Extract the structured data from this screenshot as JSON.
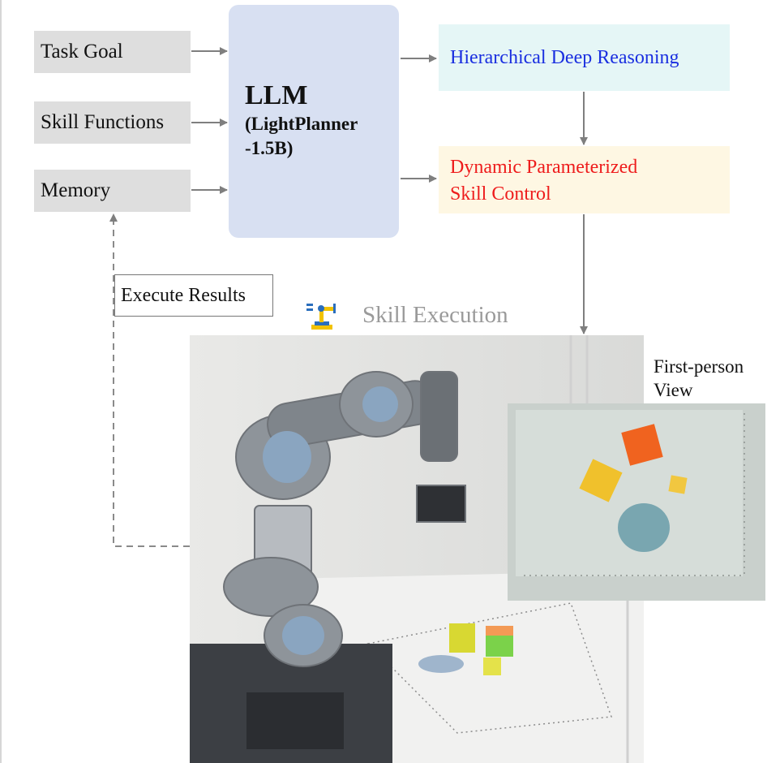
{
  "inputs": {
    "task_goal": "Task Goal",
    "skill_functions": "Skill Functions",
    "memory": "Memory"
  },
  "llm": {
    "title": "LLM",
    "model_line1": "(LightPlanner",
    "model_line2": "-1.5B)"
  },
  "reasoning": {
    "label": "Hierarchical Deep Reasoning"
  },
  "control": {
    "line1": "Dynamic Parameterized",
    "line2": "Skill Control"
  },
  "feedback": {
    "label": "Execute Results"
  },
  "execution": {
    "label": "Skill Execution"
  },
  "first_person": {
    "line1": "First-person",
    "line2": "View"
  },
  "colors": {
    "reasoning_text": "#1a2fe0",
    "control_text": "#ee1c1c",
    "llm_fill": "#d8e0f2",
    "reasoning_fill": "#e5f6f6",
    "control_fill": "#fef7e3",
    "input_fill": "#dedede",
    "arrow": "#7f7f7f"
  }
}
